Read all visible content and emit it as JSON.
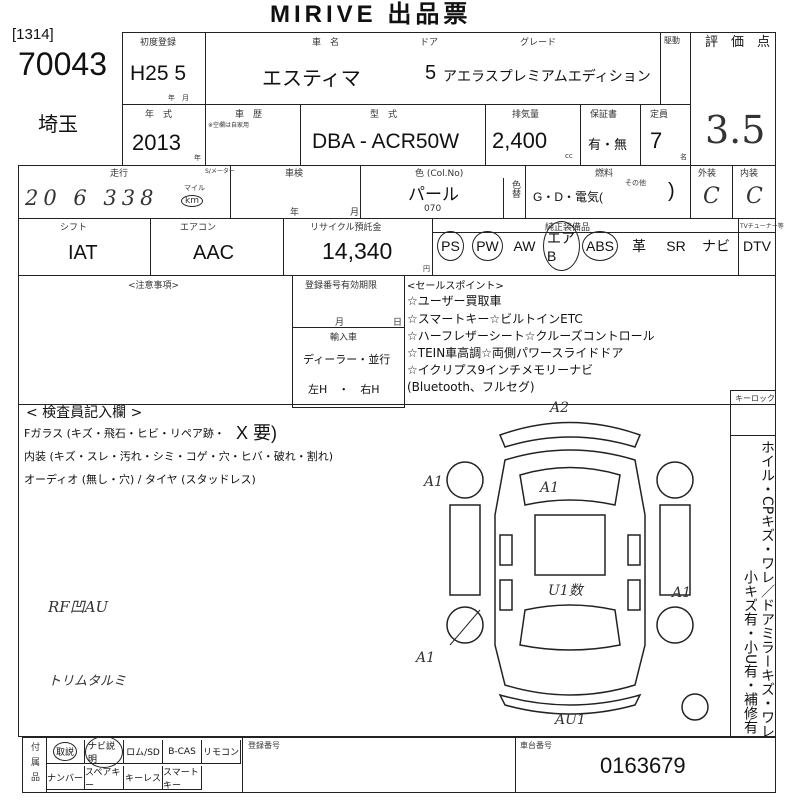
{
  "title": "MIRIVE 出品票",
  "lot_prefix": "[1314]",
  "lot_number": "70043",
  "region": "埼玉",
  "header": {
    "first_reg_label": "初度登録",
    "first_reg": "H25 5",
    "year_month_label": "年　月",
    "car_name_label": "車　名",
    "door_label": "ドア",
    "grade_label": "グレード",
    "drive_label": "駆動",
    "car_name": "エスティマ",
    "doors": "5",
    "grade": "アエラスプレミアムエディション",
    "score_label": "評　価　点",
    "score": "3.5",
    "model_year_label": "年　式",
    "model_year": "2013",
    "year_suffix": "年",
    "history_label": "車　歴",
    "history_note": "※空欄は自家用",
    "model_label": "型　式",
    "model": "DBA - ACR50W",
    "displacement_label": "排気量",
    "displacement": "2,400",
    "cc": "cc",
    "warranty_label": "保証書",
    "warranty": "有・無",
    "capacity_label": "定員",
    "capacity": "7",
    "capacity_unit": "名"
  },
  "row3": {
    "mileage_label": "走行",
    "mileage": "20 6 338",
    "meter_label": "S/メーター",
    "mile_label": "マイル",
    "km_label": "km",
    "inspection_label": "車検",
    "year": "年",
    "month": "月",
    "color_label": "色 (Col.No)",
    "color": "パール",
    "color_no": "070",
    "recolor_label": "色替",
    "fuel_label": "燃料",
    "fuel": "G・D・電気(",
    "other_label": "その他",
    "fuel_close": ")",
    "exterior_label": "外装",
    "exterior": "C",
    "interior_label": "内装",
    "interior": "C"
  },
  "row4": {
    "shift_label": "シフト",
    "shift": "IAT",
    "ac_label": "エアコン",
    "ac": "AAC",
    "recycle_label": "リサイクル預託金",
    "recycle": "14,340",
    "yen": "円",
    "equipment_label": "純正装備品",
    "tuner_label": "TVチューナー等",
    "equipment": [
      {
        "label": "PS",
        "circled": true
      },
      {
        "label": "PW",
        "circled": true
      },
      {
        "label": "AW",
        "circled": false
      },
      {
        "label": "エアB",
        "circled": true
      },
      {
        "label": "ABS",
        "circled": true
      },
      {
        "label": "革",
        "circled": false
      },
      {
        "label": "SR",
        "circled": false
      },
      {
        "label": "ナビ",
        "circled": false
      },
      {
        "label": "DTV",
        "circled": false
      }
    ]
  },
  "row5": {
    "notes_label": "<注意事項>",
    "reg_expiry_label": "登録番号有効期限",
    "month": "月",
    "day": "日",
    "import_label": "輸入車",
    "import_dealer": "ディーラー・並行",
    "handle": "左H　・　右H",
    "sales_label": "<セールスポイント>",
    "sales_points": [
      "☆ユーザー買取車",
      "☆スマートキー☆ビルトインETC",
      "☆ハーフレザーシート☆クルーズコントロール",
      "☆TEIN車高調☆両側パワースライドドア",
      "☆イクリプス9インチメモリーナビ",
      "(Bluetooth、フルセグ)"
    ]
  },
  "inspector": {
    "title": "< 検査員記入欄 >",
    "lines": [
      "Fガラス (キズ・飛石・ヒビ・リペア跡・",
      "内装 (キズ・スレ・汚れ・シミ・コゲ・穴・ヒバ・破れ・割れ)",
      "オーディオ (無し・穴) / タイヤ (スタッドレス)"
    ],
    "replace_mark": "X 要)",
    "handwritten": [
      "RF凹AU",
      "トリムタルミ"
    ],
    "diagram_marks": [
      "A2",
      "A1",
      "A1",
      "U1数",
      "A1",
      "A1",
      "AU1"
    ],
    "keylock_label": "キーロック",
    "side_notes": [
      "ホイル・CPキズ・ワレ／ドアミラーキズ・ワレ",
      "小キズ有・小U有・補修有"
    ]
  },
  "footer": {
    "accessories_label": "付属品",
    "accessories": [
      {
        "label": "取説",
        "circled": true
      },
      {
        "label": "ナビ説明",
        "circled": true
      },
      {
        "label": "ロム/SD",
        "circled": false
      },
      {
        "label": "B-CAS",
        "circled": false
      },
      {
        "label": "リモコン",
        "circled": false
      },
      {
        "label": "ナンバー",
        "circled": false
      },
      {
        "label": "スペアキー",
        "circled": false
      },
      {
        "label": "キーレス",
        "circled": false
      },
      {
        "label": "スマートキー",
        "circled": false
      }
    ],
    "reg_no_label": "登録番号",
    "chassis_label": "車台番号",
    "chassis_no": "0163679"
  }
}
